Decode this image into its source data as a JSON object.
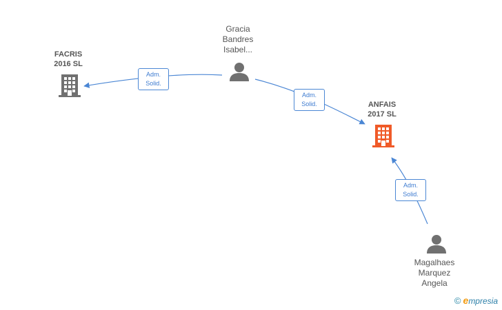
{
  "nodes": {
    "facris": {
      "name_line1": "FACRIS",
      "name_line2": "2016  SL",
      "type": "company",
      "icon": "building-icon",
      "color": "#707070"
    },
    "anfais": {
      "name_line1": "ANFAIS",
      "name_line2": "2017  SL",
      "type": "company",
      "icon": "building-icon",
      "color": "#f05a28"
    },
    "gracia": {
      "line1": "Gracia",
      "line2": "Bandres",
      "line3": "Isabel...",
      "type": "person",
      "icon": "person-icon",
      "color": "#707070"
    },
    "magalhaes": {
      "line1": "Magalhaes",
      "line2": "Marquez",
      "line3": "Angela",
      "type": "person",
      "icon": "person-icon",
      "color": "#707070"
    }
  },
  "edges": [
    {
      "line1": "Adm.",
      "line2": "Solid."
    },
    {
      "line1": "Adm.",
      "line2": "Solid."
    },
    {
      "line1": "Adm.",
      "line2": "Solid."
    }
  ],
  "colors": {
    "edge": "#4a86d4"
  },
  "brand": {
    "copyright": "©",
    "initial": "e",
    "rest": "mpresia"
  }
}
